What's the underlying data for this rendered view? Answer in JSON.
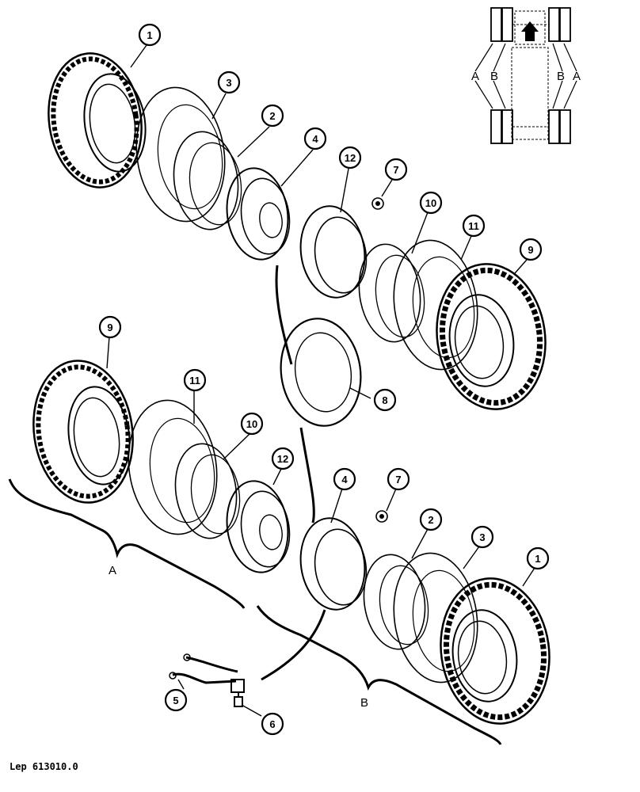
{
  "callouts": {
    "c1a": "1",
    "c3a": "3",
    "c2a": "2",
    "c4a": "4",
    "c12a": "12",
    "c7a": "7",
    "c10a": "10",
    "c11a": "11",
    "c9a": "9",
    "c8": "8",
    "c9b": "9",
    "c11b": "11",
    "c10b": "10",
    "c12b": "12",
    "c4b": "4",
    "c7b": "7",
    "c2b": "2",
    "c3b": "3",
    "c1b": "1",
    "c5": "5",
    "c6": "6"
  },
  "groups": {
    "a": "A",
    "b": "B"
  },
  "inset": {
    "left_a": "A",
    "left_b": "B",
    "right_b": "B",
    "right_a": "A"
  },
  "reference": "Lep 613010.0"
}
